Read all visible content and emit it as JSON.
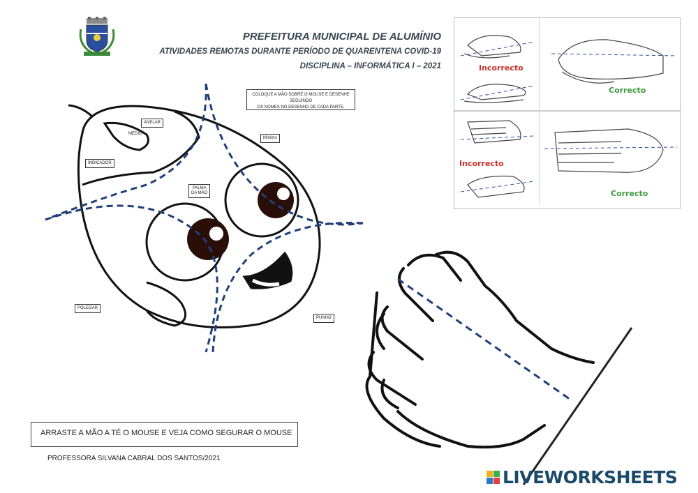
{
  "header": {
    "line1": "PREFEITURA MUNICIPAL DE ALUMÍNIO",
    "line2": "ATIVIDADES REMOTAS DURANTE PERÍODO DE QUARENTENA COVID-19",
    "line3": "DISCIPLINA – INFORMÁTICA I – 2021"
  },
  "instruction": {
    "line1": "COLOQUE A MÃO SOBRE O MOUSE E DESENHE SEGUINDO",
    "line2": "OS NOMES NO DESENHO DE CADA PARTE."
  },
  "labels": {
    "anelar": "ANELAR",
    "medio": "MÉDIO",
    "indicador": "INDICADOR",
    "minimo": "Mínimo",
    "palma_line1": "PALMA",
    "palma_line2": "DA MÃO",
    "polegar": "POLEGAR",
    "punho": "PUNHO"
  },
  "grip_examples": {
    "incorrect": "Incorrecto",
    "correct": "Correcto"
  },
  "drag_instruction": "ARRASTE A MÃO A TÉ O MOUSE E VEJA COMO SEGURAR O MOUSE",
  "teacher": "PROFESSORA SILVANA CABRAL DOS SANTOS/2021",
  "logo": "LIVEWORKSHEETS",
  "colors": {
    "dash_blue": "#1f3f7a",
    "incorrect_red": "#c8322d",
    "correct_green": "#3c9a3c",
    "logo_navy": "#1a4a6a"
  }
}
